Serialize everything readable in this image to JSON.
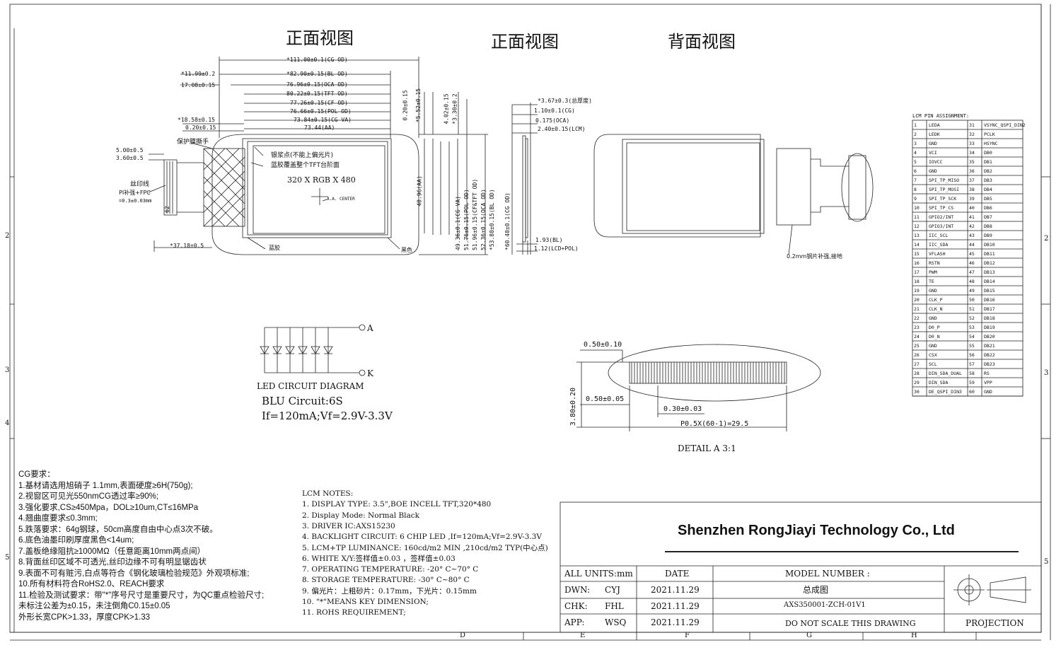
{
  "views": {
    "front_left": "正面视图",
    "front_mid": "正面视图",
    "back": "背面视图"
  },
  "front_dims": {
    "cg_width": "*111.00±0.1(CG OD)",
    "offset_1199": "*11.99±0.2",
    "bl_width": "*82.90±0.15(BL OD)",
    "offset_1708": "17.08±0.15",
    "oca_width": "76.96±0.15(OCA OD)",
    "tft_width": "80.22±0.15(TFT OD)",
    "cf_width": "77.26±0.15(CF OD)",
    "pol_width": "76.66±0.15(POL OD)",
    "offset_1858": "*18.58±0.15",
    "va_width": "73.84±0.15(CG VA)",
    "offset_020": "0.20±0.15",
    "aa_width": "73.44(AA)",
    "fpc_500": "5.00±0.5",
    "fpc_360": "3.60±0.5",
    "fpc_length": "*37.18±0.5",
    "v_020": "0.20±0.15",
    "v_552": "*5.52±0.15",
    "v_402": "4.02±0.15",
    "v_330": "*3.30±0.2",
    "h_aa": "48.96(AA)",
    "h_va": "49.36±0.1(CG VA)",
    "h_pol": "51.76±0.15(POL OD)",
    "h_tft": "51.96±0.15(CF&TFT OD)",
    "h_oca": "52.36±0.15(OCA OD)",
    "h_bl": "*53.80±0.15(BL OD)",
    "h_cg": "*60.40±0.1(CG OD)"
  },
  "front_labels": {
    "protect_film": "保护膜撕手",
    "silver": "银浆点(不能上偏光片)",
    "blue_glue": "蓝胶覆盖整个TFT台阶面",
    "resolution": "320 X RGB X 480",
    "aa_center": "A.A. CENTER",
    "silk": "丝印线",
    "pi_stiff": "PI补强+FPC",
    "pi_thick": "=0.3±0.03mm",
    "blue_glue_bottom": "蓝胶",
    "black": "黑色",
    "fpc_num": "62"
  },
  "side_dims": {
    "total": "*3.67±0.3(总厚度)",
    "cg": "1.10±0.1(CG)",
    "oca": "0.175(OCA)",
    "lcm": "2.40±0.15(LCM)",
    "bl": "1.93(BL)",
    "lcd_pol": "1.12(LCD+POL)"
  },
  "back_labels": {
    "steel": "0.2mm钢片补强,接地"
  },
  "led": {
    "anode": "A",
    "cathode": "K",
    "title": "LED CIRCUIT DIAGRAM",
    "blu": "BLU Circuit:6S",
    "if": "If=120mA;Vf=2.9V-3.3V"
  },
  "detail": {
    "d050_010": "0.50±0.10",
    "d050_005": "0.50±0.05",
    "d030": "0.30±0.03",
    "d380": "3.80±0.20",
    "pitch": "P0.5X(60-1)=29.5",
    "title": "DETAIL A  3:1"
  },
  "pin_table": {
    "title": "LCM PIN ASSIGNMENT:",
    "rows": [
      [
        "1",
        "LEDA",
        "31",
        "VSYNC_QSPI_DIN2"
      ],
      [
        "2",
        "LEDK",
        "32",
        "PCLK"
      ],
      [
        "3",
        "GND",
        "33",
        "HSYNC"
      ],
      [
        "4",
        "VCI",
        "34",
        "DB0"
      ],
      [
        "5",
        "IOVCC",
        "35",
        "DB1"
      ],
      [
        "6",
        "GND",
        "36",
        "DB2"
      ],
      [
        "7",
        "SPI_TP_MISO",
        "37",
        "DB3"
      ],
      [
        "8",
        "SPI_TP_MOSI",
        "38",
        "DB4"
      ],
      [
        "9",
        "SPI_TP_SCK",
        "39",
        "DB5"
      ],
      [
        "10",
        "SPI_TP_CS",
        "40",
        "DB6"
      ],
      [
        "11",
        "GPIO2/INT",
        "41",
        "DB7"
      ],
      [
        "12",
        "GPIO3/INT",
        "42",
        "DB8"
      ],
      [
        "13",
        "IIC_SCL",
        "43",
        "DB9"
      ],
      [
        "14",
        "IIC_SDA",
        "44",
        "DB10"
      ],
      [
        "15",
        "VFLASH",
        "45",
        "DB11"
      ],
      [
        "16",
        "RSTN",
        "46",
        "DB12"
      ],
      [
        "17",
        "PWM",
        "47",
        "DB13"
      ],
      [
        "18",
        "TE",
        "48",
        "DB14"
      ],
      [
        "19",
        "GND",
        "49",
        "DB15"
      ],
      [
        "20",
        "CLK_P",
        "50",
        "DB16"
      ],
      [
        "21",
        "CLK_N",
        "51",
        "DB17"
      ],
      [
        "22",
        "GND",
        "52",
        "DB18"
      ],
      [
        "23",
        "D0_P",
        "53",
        "DB19"
      ],
      [
        "24",
        "D0_N",
        "54",
        "DB20"
      ],
      [
        "25",
        "GND",
        "55",
        "DB21"
      ],
      [
        "26",
        "CSX",
        "56",
        "DB22"
      ],
      [
        "27",
        "SCL",
        "57",
        "DB23"
      ],
      [
        "28",
        "DIN_SDA_DUAL",
        "58",
        "RS"
      ],
      [
        "29",
        "DIN_SDA",
        "59",
        "VPP"
      ],
      [
        "30",
        "DE_QSPI_DIN3",
        "60",
        "GND"
      ]
    ]
  },
  "cg_notes": [
    "CG要求：",
    "1.基材请选用旭硝子 1.1mm,表面硬度≥6H(750g);",
    "2.视窗区可见光550nmCG透过率≥90%;",
    "3.强化要求,CS≥450Mpa，DOL≥10um,CT≤16MPa",
    "4.翘曲度要求≤0.3mm;",
    "5.跌落要求：64g钢球，50cm高度自由中心点3次不破。",
    "6.底色油墨印刷厚度黑色<14um;",
    "7.盖板绝缘阻抗≥1000MΩ（任意距离10mm两点间）",
    "8.背面丝印区域不可透光,丝印边缘不可有明显锯齿状",
    "9.表面不可有赃污,白点等符合《钢化玻璃检验规范》外观项标准;",
    "10.所有材料符合RoHS2.0、REACH要求",
    "11.检验及测试要求：带\"*\"序号尺寸是重要尺寸，为QC重点检验尺寸;",
    "未标注公差为±0.15，未注倒角C0.15±0.05",
    "外形长宽CPK>1.33，厚度CPK>1.33"
  ],
  "lcm_notes": [
    "LCM NOTES:",
    "1. DISPLAY TYPE: 3.5\",BOE INCELL TFT,320*480",
    "2. Display Mode: Normal Black",
    "3. DRIVER IC:AXS15230",
    "4. BACKLIGHT CIRCUIT: 6 CHIP LED ,If=120mA;Vf=2.9V-3.3V",
    "5. LCM+TP LUMINANCE: 160cd/m2 MIN ,210cd/m2 TYP(中心点)",
    "6. WHITE X/Y:签样值±0.03 ，签样值±0.03",
    "7. OPERATING TEMPERATURE: -20° C~70° C",
    "8. STORAGE TEMPERATURE: -30° C~80° C",
    "9. 偏光片：上粗砂片：0.17mm，下光片：0.15mm",
    "10. \"*\"MEANS KEY DIMENSION;",
    "11. ROHS REQUIREMENT;"
  ],
  "title_block": {
    "company": "Shenzhen RongJiayi Technology Co., Ltd",
    "all_units": "ALL UNITS:mm",
    "date_hdr": "DATE",
    "model_hdr": "MODEL NUMBER :",
    "dwn": "DWN:",
    "dwn_name": "CYJ",
    "dwn_date": "2021.11.29",
    "model_name": "总成图",
    "chk": "CHK:",
    "chk_name": "FHL",
    "chk_date": "2021.11.29",
    "model_number": "AXS350001-ZCH-01V1",
    "app": "APP:",
    "app_name": "WSQ",
    "app_date": "2021.11.29",
    "no_scale": "DO NOT SCALE THIS DRAWING",
    "projection": "PROJECTION"
  },
  "border": {
    "left_2": "2",
    "left_3": "3",
    "left_4": "4",
    "left_5": "5",
    "right_2": "2",
    "right_3": "3",
    "right_5": "5",
    "bot_d": "D",
    "bot_e": "E",
    "bot_f": "F",
    "bot_g": "G",
    "bot_h": "H"
  }
}
